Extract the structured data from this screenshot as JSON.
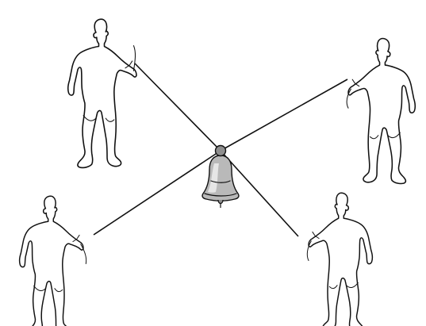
{
  "figure": {
    "people": [
      "upper-left",
      "upper-right",
      "lower-left",
      "lower-right"
    ],
    "colors": {
      "background": "#ffffff",
      "outline": "#111111",
      "bell_body": "#b9b9b9",
      "bell_highlight": "#e6e6e6",
      "knot": "#8e8e8e"
    }
  }
}
